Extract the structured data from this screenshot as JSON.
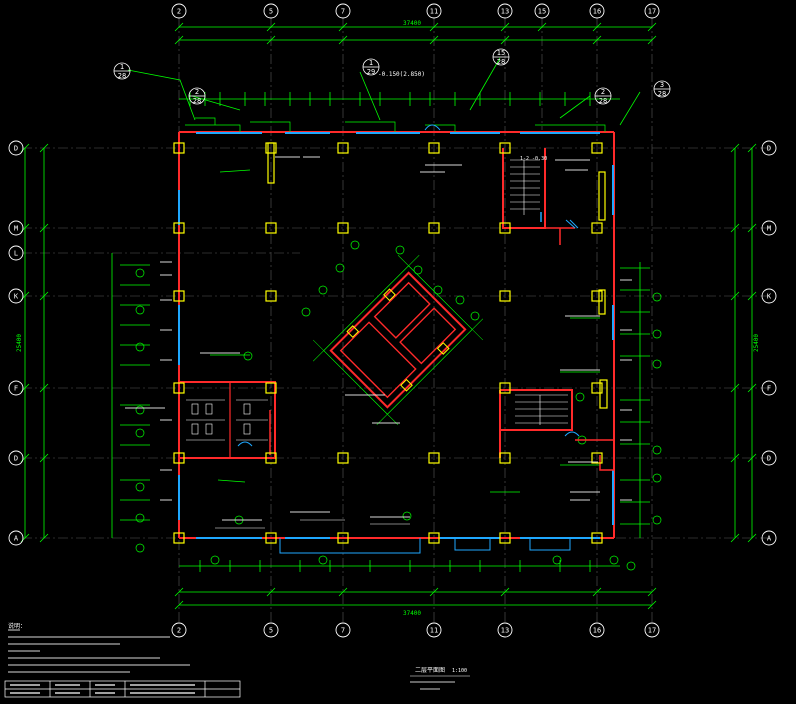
{
  "colors": {
    "background": "#000000",
    "dimension": "#00ff00",
    "wall": "#ff2a2a",
    "window": "#1fa8ff",
    "column": "#ffff00",
    "grid_axis": "#ffffff",
    "annotation": "#ffffff"
  },
  "grid": {
    "top_axes": [
      "2",
      "5",
      "7",
      "11",
      "13",
      "15",
      "16",
      "17"
    ],
    "bottom_axes": [
      "2",
      "5",
      "7",
      "11",
      "13",
      "16",
      "17"
    ],
    "side_axes": [
      "D",
      "M",
      "L",
      "K",
      "F",
      "D",
      "A"
    ]
  },
  "dimensions": {
    "top_total": "37400",
    "bottom_total": "37400",
    "left_total": "25400",
    "right_total": "25400"
  },
  "section_marks": [
    {
      "num": "1",
      "sheet": "28"
    },
    {
      "num": "2",
      "sheet": "28"
    },
    {
      "num": "1",
      "sheet": "29"
    },
    {
      "num": "15",
      "sheet": "28"
    },
    {
      "num": "2",
      "sheet": "28"
    },
    {
      "num": "3",
      "sheet": "28"
    }
  ],
  "annotations": {
    "level": "-0.150(2.850)",
    "beam_note": "1-2 -0.30",
    "plan_title": "二层平面图",
    "plan_scale": "1:100",
    "notes_header": "说明："
  },
  "title_block": {
    "cells": [
      "",
      "",
      "",
      "",
      "",
      ""
    ]
  }
}
